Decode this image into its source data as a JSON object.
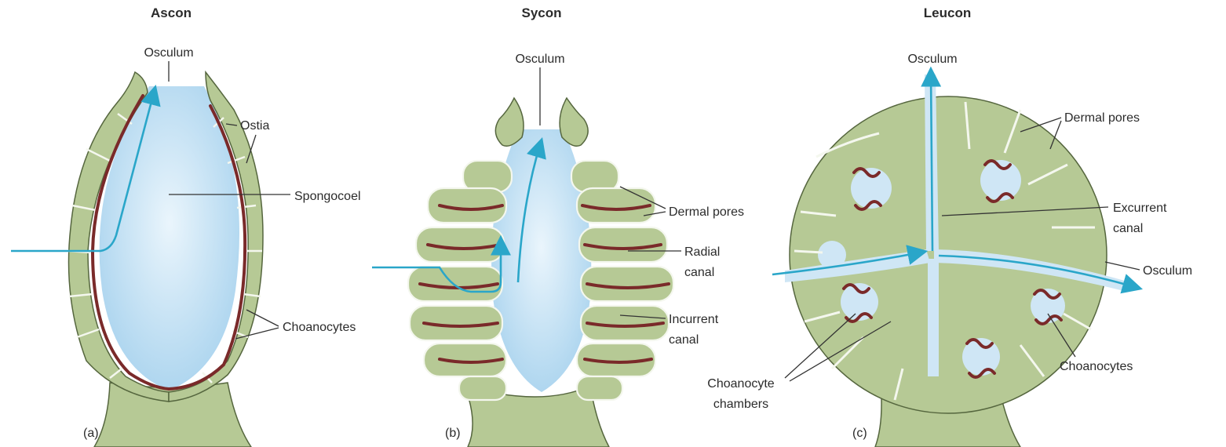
{
  "diagrams": [
    {
      "title": "Ascon",
      "panel": "(a)",
      "labels": {
        "osculum": "Osculum",
        "ostia": "Ostia",
        "spongocoel": "Spongocoel",
        "choanocytes": "Choanocytes"
      }
    },
    {
      "title": "Sycon",
      "panel": "(b)",
      "labels": {
        "osculum": "Osculum",
        "dermal_pores": "Dermal pores",
        "radial_canal": [
          "Radial",
          "canal"
        ],
        "incurrent_canal": [
          "Incurrent",
          "canal"
        ]
      }
    },
    {
      "title": "Leucon",
      "panel": "(c)",
      "labels": {
        "osculum_top": "Osculum",
        "dermal_pores": "Dermal pores",
        "excurrent_canal": [
          "Excurrent",
          "canal"
        ],
        "osculum_right": "Osculum",
        "choanocytes": "Choanocytes",
        "choanocyte_chambers": [
          "Choanocyte",
          "chambers"
        ]
      }
    }
  ],
  "colors": {
    "tissue": "#b6c995",
    "cavity": "#cfe6f5",
    "choanocyte_layer": "#7a2a2a",
    "water_flow": "#2aa6c9"
  }
}
